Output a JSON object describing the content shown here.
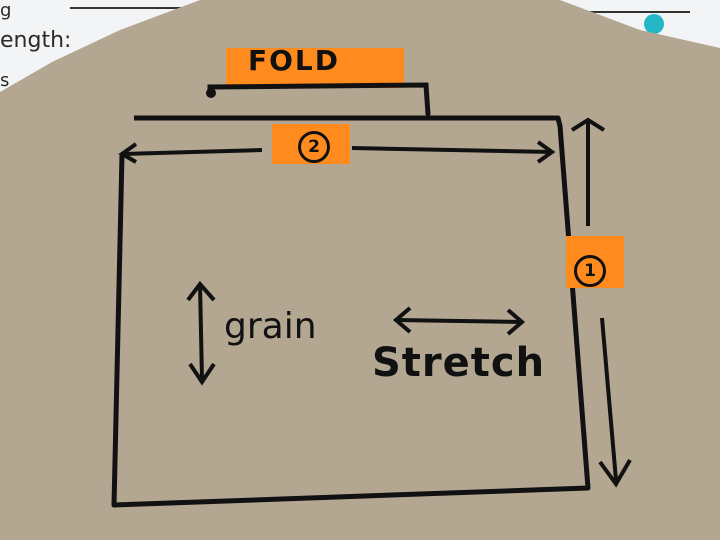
{
  "sketch": {
    "fold_label": "FOLD",
    "marker_2": "2",
    "marker_1": "1",
    "grain_label": "grain",
    "stretch_label": "Stretch"
  },
  "background_notes": {
    "line_1": "g",
    "line_2": "ength:",
    "line_3": "s"
  },
  "colors": {
    "paper": "#b4a894",
    "ink": "#111111",
    "highlighter": "#ff8a1e",
    "notepad": "#f4f6f8"
  }
}
